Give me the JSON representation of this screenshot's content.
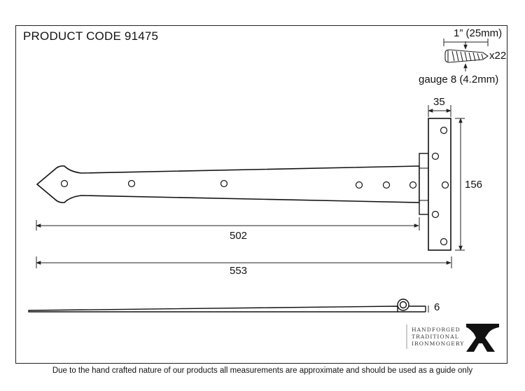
{
  "product_code": "PRODUCT CODE 91475",
  "screw": {
    "length": "1” (25mm)",
    "quantity": "x22",
    "gauge": "gauge 8 (4.2mm)"
  },
  "dimensions": {
    "plate_width": "35",
    "plate_height": "156",
    "strap_length": "502",
    "overall_length": "553",
    "thickness": "6"
  },
  "brand": {
    "line1": "HANDFORGED",
    "line2": "TRADITIONAL",
    "line3": "IRONMONGERY",
    "logo_icon": "anvil-icon"
  },
  "disclaimer": "Due to the hand crafted nature of our products all measurements are approximate and should be used as a guide only"
}
